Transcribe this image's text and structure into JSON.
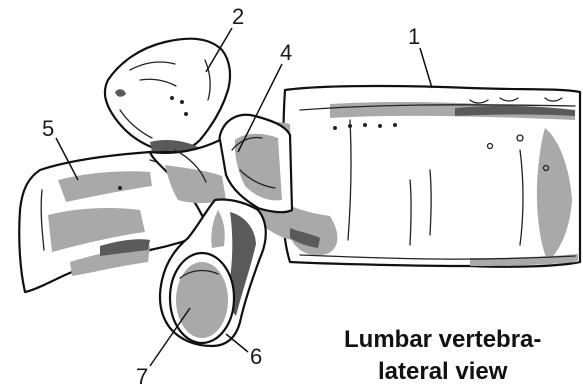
{
  "title_lines": [
    "Lumbar vertebra-",
    "lateral view"
  ],
  "labels": [
    {
      "id": "1",
      "text": "1"
    },
    {
      "id": "2",
      "text": "2"
    },
    {
      "id": "3",
      "text": "4"
    },
    {
      "id": "4",
      "text": "5"
    },
    {
      "id": "5",
      "text": "6"
    },
    {
      "id": "6",
      "text": "7"
    }
  ],
  "colors": {
    "outline": "#111111",
    "shade": "#a9a9a9",
    "dark_shade": "#5a5a5a",
    "background": "#ffffff"
  }
}
